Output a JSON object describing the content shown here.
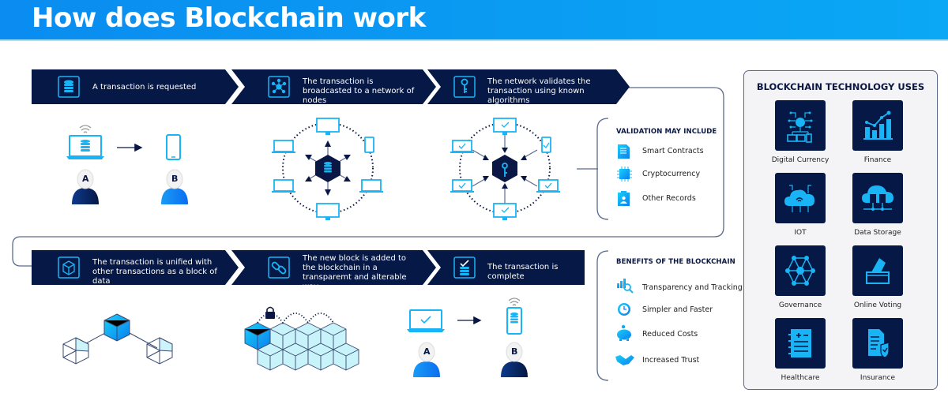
{
  "header": {
    "title": "How does Blockchain work"
  },
  "steps": [
    {
      "icon": "database-icon",
      "text": "A transaction is requested"
    },
    {
      "icon": "network-nodes-icon",
      "text": "The transaction is broadcasted to a network of nodes"
    },
    {
      "icon": "key-icon",
      "text": "The network validates the transaction using known algorithms"
    },
    {
      "icon": "cube-icon",
      "text": "The transaction is unified with other transactions as a block of data"
    },
    {
      "icon": "chain-link-icon",
      "text": "The new block is added to the blockchain in a transparemt and alterable way"
    },
    {
      "icon": "database-check-icon",
      "text": "The transaction is complete"
    }
  ],
  "people": {
    "a": "A",
    "b": "B"
  },
  "validation": {
    "title": "VALIDATION MAY INCLUDE",
    "items": [
      {
        "icon": "smart-contract-icon",
        "label": "Smart Contracts"
      },
      {
        "icon": "crypto-chip-icon",
        "label": "Cryptocurrency"
      },
      {
        "icon": "record-badge-icon",
        "label": "Other Records"
      }
    ]
  },
  "benefits": {
    "title": "BENEFITS OF THE BLOCKCHAIN",
    "items": [
      {
        "icon": "chart-search-icon",
        "label": "Transparency and Tracking"
      },
      {
        "icon": "clock-icon",
        "label": "Simpler and Faster"
      },
      {
        "icon": "piggy-bank-icon",
        "label": "Reduced Costs"
      },
      {
        "icon": "handshake-icon",
        "label": "Increased Trust"
      }
    ]
  },
  "uses": {
    "title": "BLOCKCHAIN TECHNOLOGY USES",
    "items": [
      {
        "icon": "digital-currency-icon",
        "label": "Digital Currency"
      },
      {
        "icon": "finance-chart-icon",
        "label": "Finance"
      },
      {
        "icon": "iot-cloud-icon",
        "label": "IOT"
      },
      {
        "icon": "data-storage-icon",
        "label": "Data Storage"
      },
      {
        "icon": "governance-network-icon",
        "label": "Governance"
      },
      {
        "icon": "ballot-box-icon",
        "label": "Online Voting"
      },
      {
        "icon": "medical-record-icon",
        "label": "Healthcare"
      },
      {
        "icon": "insurance-doc-icon",
        "label": "Insurance"
      }
    ]
  },
  "colors": {
    "navy": "#0a1744",
    "accent": "#19b4f5",
    "header": "#0a96f2",
    "line": "#5b6a8c"
  }
}
